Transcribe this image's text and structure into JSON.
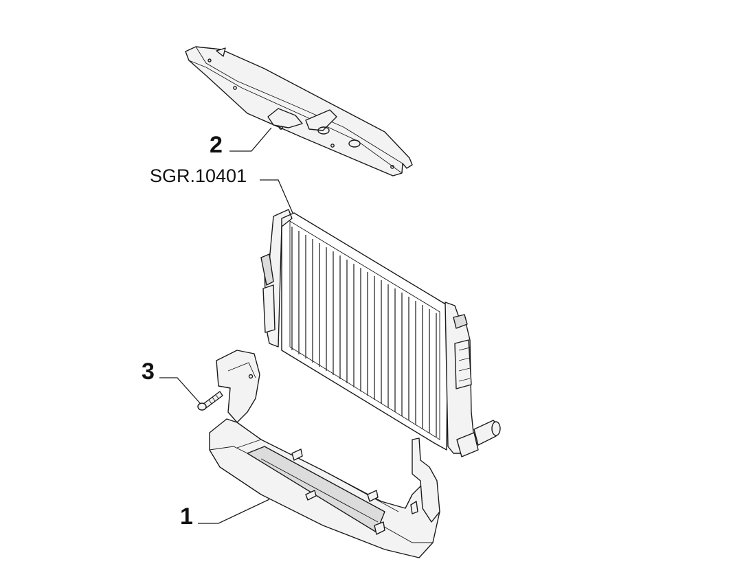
{
  "diagram": {
    "callouts": [
      {
        "id": "part-1",
        "label": "1"
      },
      {
        "id": "part-2",
        "label": "2"
      },
      {
        "id": "part-3",
        "label": "3"
      },
      {
        "id": "ref-radiator",
        "label": "SGR.10401"
      }
    ],
    "colors": {
      "line": "#1a1a1a",
      "fill": "#f3f3f3",
      "shade": "#dcdcdc",
      "background": "#ffffff"
    }
  }
}
